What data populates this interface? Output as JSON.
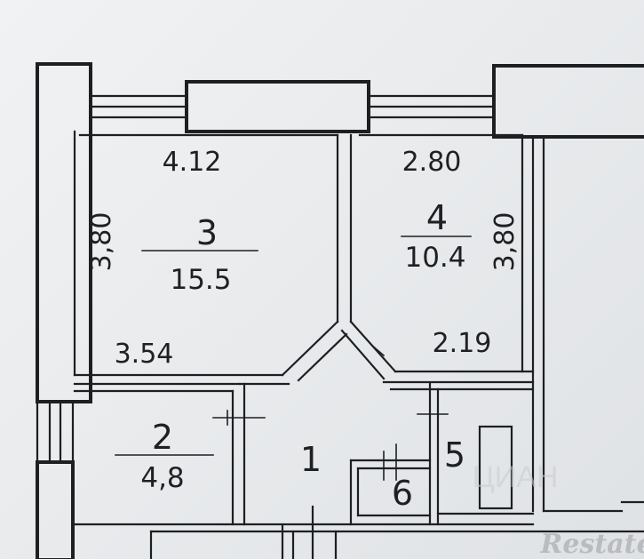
{
  "rooms": [
    {
      "number": "3",
      "area": "15.5"
    },
    {
      "number": "4",
      "area": "10.4"
    },
    {
      "number": "2",
      "area": "4,8"
    },
    {
      "number": "1"
    },
    {
      "number": "5"
    },
    {
      "number": "6"
    }
  ],
  "dimensions": {
    "room3_width_top": "4.12",
    "room3_height": "3,80",
    "room3_width_bottom": "3.54",
    "room4_width_top": "2.80",
    "room4_height": "3,80",
    "room4_width_bottom": "2.19"
  },
  "watermark": {
    "text": "ЦИАН",
    "brand": "Restate"
  }
}
